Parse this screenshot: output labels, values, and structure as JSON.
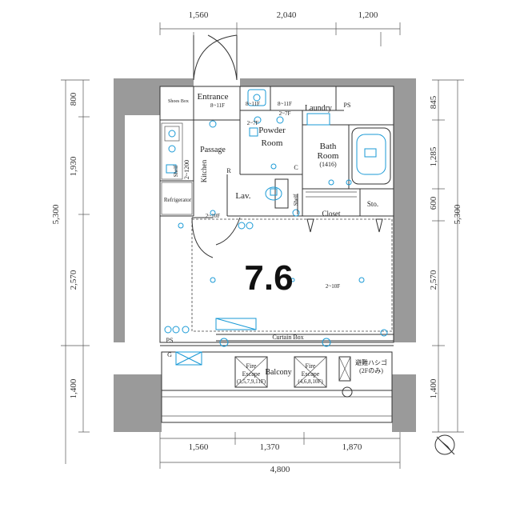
{
  "dimensions": {
    "top": [
      "1,560",
      "2,040",
      "1,200"
    ],
    "left": [
      "800",
      "1,930",
      "2,570",
      "1,400"
    ],
    "left_total": "5,300",
    "right": [
      "845",
      "1,285",
      "600",
      "2,570",
      "1,400"
    ],
    "right_total": "5,300",
    "bottom": [
      "1,560",
      "1,370",
      "1,870"
    ],
    "bottom_total": "4,800"
  },
  "rooms": {
    "entrance": "Entrance",
    "entrance_floor": "8~11F",
    "shoes_box": "Shoes Box",
    "sink_floor_1": "8~11F",
    "sink_floor_2": "8~11F",
    "sink_floor_3": "2~7F",
    "powder_floor": "2~7F",
    "laundry": "Laundry",
    "ps_top": "PS",
    "powder": "Powder",
    "room": "Room",
    "bath": "Bath",
    "bath_room": "Room",
    "bath_size": "(1416)",
    "passage": "Passage",
    "kitchen_floor": "2~1200",
    "kitchen": "Kitchen",
    "shelf": "Shelf",
    "refrigerator": "Refrigerator",
    "kitchen_ceiling": "2~10F",
    "lav": "Lav.",
    "shelf_2": "Shelf",
    "closet": "Closet",
    "sto": "Sto.",
    "c": "C",
    "r": "R",
    "living_size": "7.6",
    "living_ceiling": "2~10F",
    "curtain_box": "Curtain Box",
    "ps_bottom": "PS",
    "g": "G",
    "balcony": "Balcony",
    "fire_escape_1": "Fire",
    "fire_escape_1b": "Escape",
    "fire_escape_1_floors": "(3,5,7,9,11F)",
    "fire_escape_2": "Fire",
    "fire_escape_2b": "Escape",
    "fire_escape_2_floors": "(4,6,8,10F)",
    "evac_ladder": "避難ハシゴ",
    "evac_ladder_floor": "(2Fのみ)"
  },
  "colors": {
    "wall": "#9a9a9a",
    "fixture": "#1a9ad6",
    "line": "#333333"
  }
}
